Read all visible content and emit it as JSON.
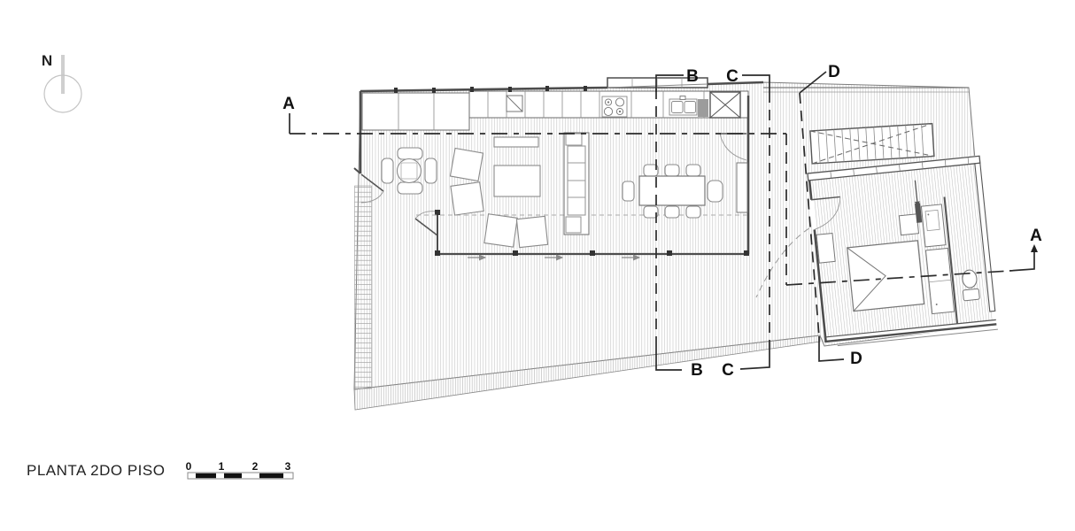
{
  "title": {
    "text": "PLANTA 2DO PISO"
  },
  "north": {
    "label": "N"
  },
  "scale_bar": {
    "labels": [
      "0",
      "1",
      "2",
      "3"
    ]
  },
  "section_markers": [
    {
      "id": "section-a-start",
      "text": "A"
    },
    {
      "id": "section-a-end",
      "text": "A"
    },
    {
      "id": "section-b-start",
      "text": "B"
    },
    {
      "id": "section-b-end",
      "text": "B"
    },
    {
      "id": "section-c-start",
      "text": "C"
    },
    {
      "id": "section-c-end",
      "text": "C"
    },
    {
      "id": "section-d-start",
      "text": "D"
    },
    {
      "id": "section-d-end",
      "text": "D"
    }
  ],
  "colors": {
    "wall": "#4d4d4d",
    "furniture_line": "#888888",
    "hatch": "#c3c3c3",
    "section_line": "#2b2b2b",
    "label": "#111111",
    "background": "#ffffff"
  }
}
